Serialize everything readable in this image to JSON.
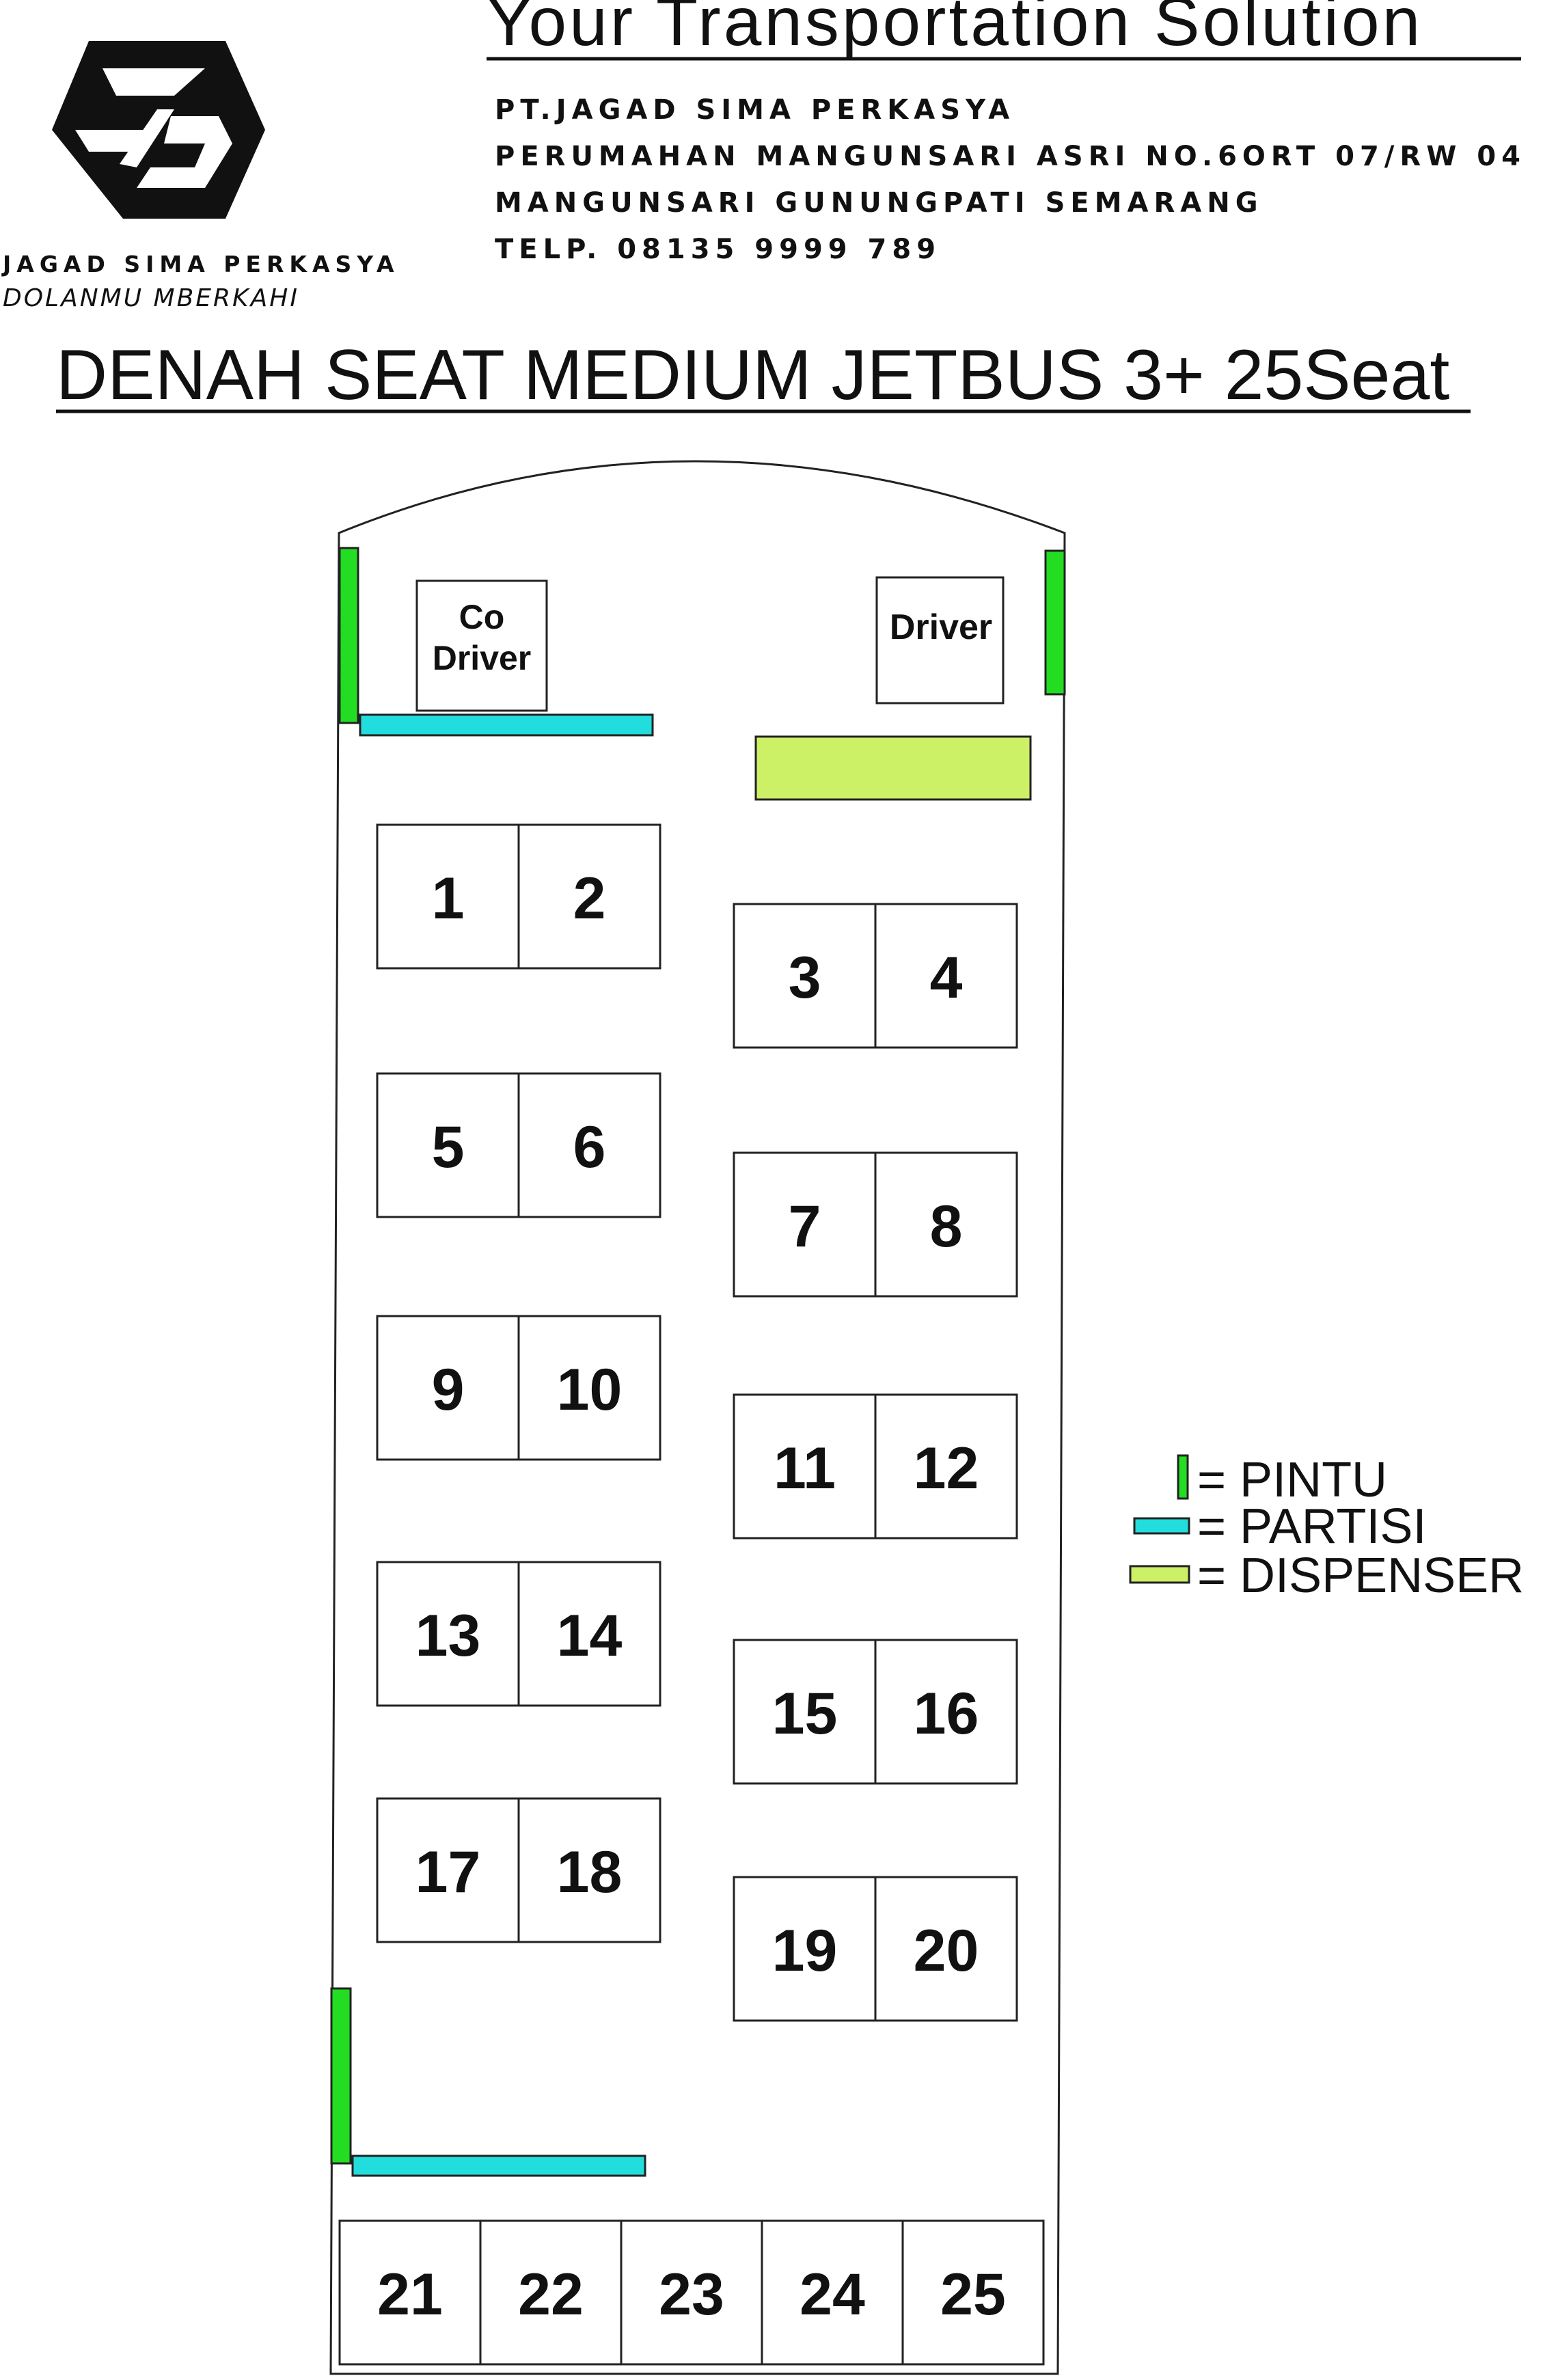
{
  "header": {
    "tagline": "Your Transportation Solution",
    "company_lines": [
      "PT.JAGAD SIMA PERKASYA",
      "PERUMAHAN MANGUNSARI ASRI NO.6ORT 07/RW 04",
      "MANGUNSARI GUNUNGPATI SEMARANG",
      "TELP. 08135 9999 789"
    ]
  },
  "logo": {
    "name": "JAGAD SIMA PERKASYA",
    "slogan": "DOLANMU MBERKAHI"
  },
  "layout_title": "DENAH SEAT MEDIUM JETBUS 3+ 25Seat",
  "front": {
    "co_driver_lines": [
      "Co",
      "Driver"
    ],
    "driver_label": "Driver"
  },
  "seats": {
    "rows_left": [
      [
        "1",
        "2"
      ],
      [
        "5",
        "6"
      ],
      [
        "9",
        "10"
      ],
      [
        "13",
        "14"
      ],
      [
        "17",
        "18"
      ]
    ],
    "rows_right": [
      [
        "3",
        "4"
      ],
      [
        "7",
        "8"
      ],
      [
        "11",
        "12"
      ],
      [
        "15",
        "16"
      ],
      [
        "19",
        "20"
      ]
    ],
    "back_row": [
      "21",
      "22",
      "23",
      "24",
      "25"
    ]
  },
  "legend": {
    "items": [
      {
        "label": "= PINTU",
        "color": "#22dd22"
      },
      {
        "label": "= PARTISI",
        "color": "#22dddd"
      },
      {
        "label": "= DISPENSER",
        "color": "#ccf066"
      }
    ]
  },
  "colors": {
    "door": "#22dd22",
    "partition": "#22dddd",
    "dispenser": "#ccf066",
    "outline": "#222222"
  }
}
